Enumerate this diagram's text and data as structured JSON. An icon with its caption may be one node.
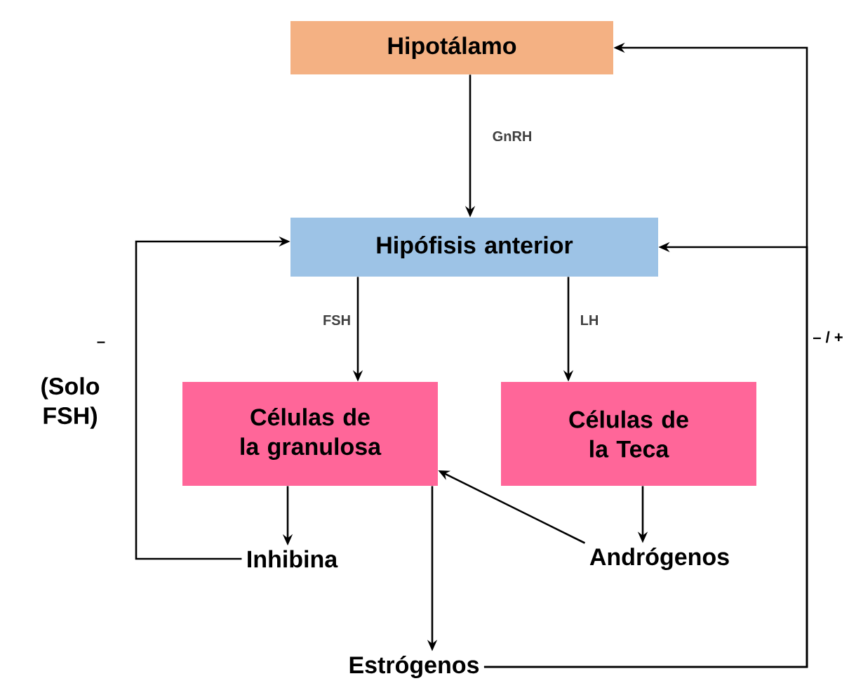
{
  "diagram": {
    "nodes": [
      {
        "text": [
          "Hipotálamo"
        ]
      },
      {
        "text": [
          "Hipófisis anterior"
        ]
      },
      {
        "text": [
          "Células de la granulosa"
        ]
      },
      {
        "text": [
          "Células de la Teca"
        ]
      },
      {
        "text": [
          "Inhibina"
        ]
      },
      {
        "text": [
          "Andrógenos"
        ]
      },
      {
        "text": [
          "Estrógenos"
        ]
      }
    ],
    "edges": [
      {
        "from": 0,
        "to": 1,
        "arrow": "to",
        "label": "GnRH"
      },
      {
        "from": 1,
        "to": 2,
        "arrow": "to",
        "label": "FSH"
      },
      {
        "from": 1,
        "to": 3,
        "arrow": "to",
        "label": "LH"
      },
      {
        "from": 2,
        "to": 4,
        "arrow": "to"
      },
      {
        "from": 3,
        "to": 5,
        "arrow": "to"
      },
      {
        "from": 5,
        "to": 2,
        "arrow": "to"
      },
      {
        "from": 2,
        "to": 6,
        "arrow": "to"
      },
      {
        "from": 4,
        "to": 1,
        "arrow": "to"
      },
      {
        "from": 6,
        "to": 0,
        "arrow": "to"
      },
      {
        "from": 6,
        "to": 1,
        "arrow": "to"
      }
    ],
    "labels": [
      "–",
      "(Solo FSH)",
      "– / +"
    ]
  }
}
